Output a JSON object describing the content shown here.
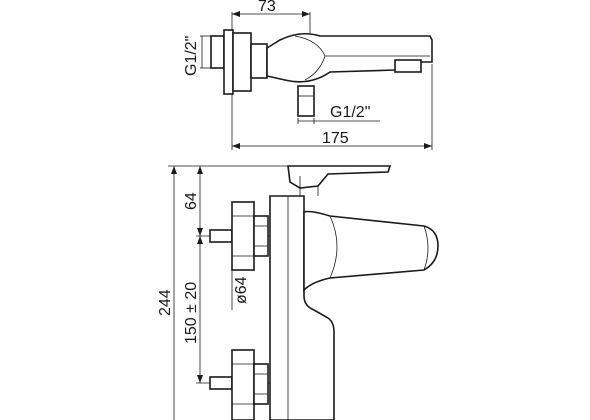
{
  "top_view": {
    "dim_width_top": "73",
    "dim_inlet_thread": "G1/2\"",
    "dim_outlet_thread": "G1/2\"",
    "dim_total_length": "175"
  },
  "front_view": {
    "dim_top_offset": "64",
    "dim_flange_diameter": "ø64",
    "dim_total_height": "244",
    "dim_center_distance": "150 ± 20"
  }
}
